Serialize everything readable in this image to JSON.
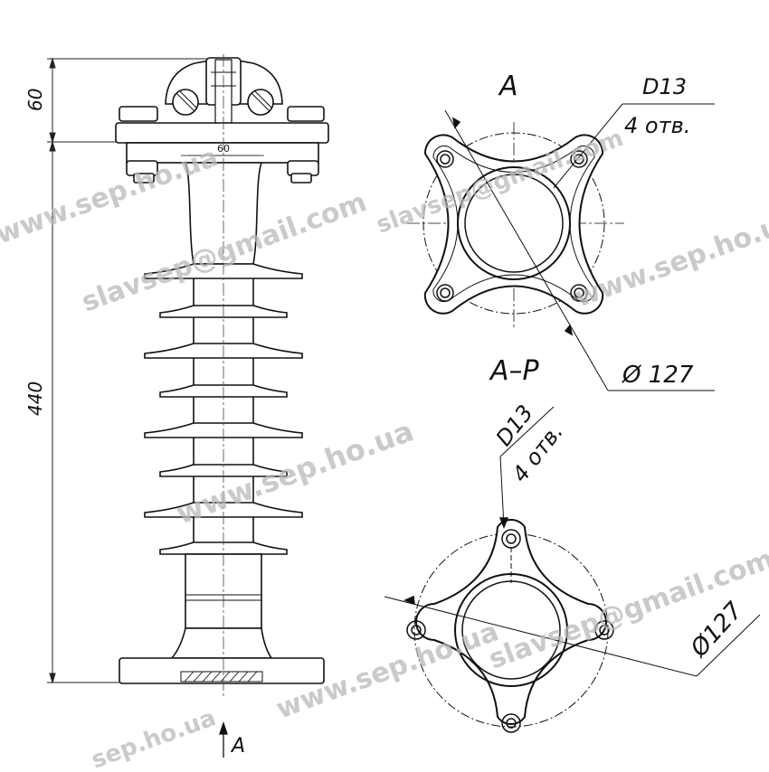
{
  "drawing": {
    "dim_top_height": "60",
    "dim_body_height": "440",
    "dim_head_width": "60",
    "view_a_label": "A",
    "view_ap_label": "A–P",
    "arrow_label": "A"
  },
  "view_a": {
    "hole_size": "D13",
    "hole_count": "4 отв.",
    "circle_diameter": "Ø 127"
  },
  "view_ap": {
    "hole_size": "D13",
    "hole_count": "4 отв.",
    "circle_diameter": "Ø127"
  },
  "watermarks": {
    "site": "www.sep.ho.ua",
    "email": "slavsep@gmail.com",
    "site_short": "sep.ho.ua"
  }
}
